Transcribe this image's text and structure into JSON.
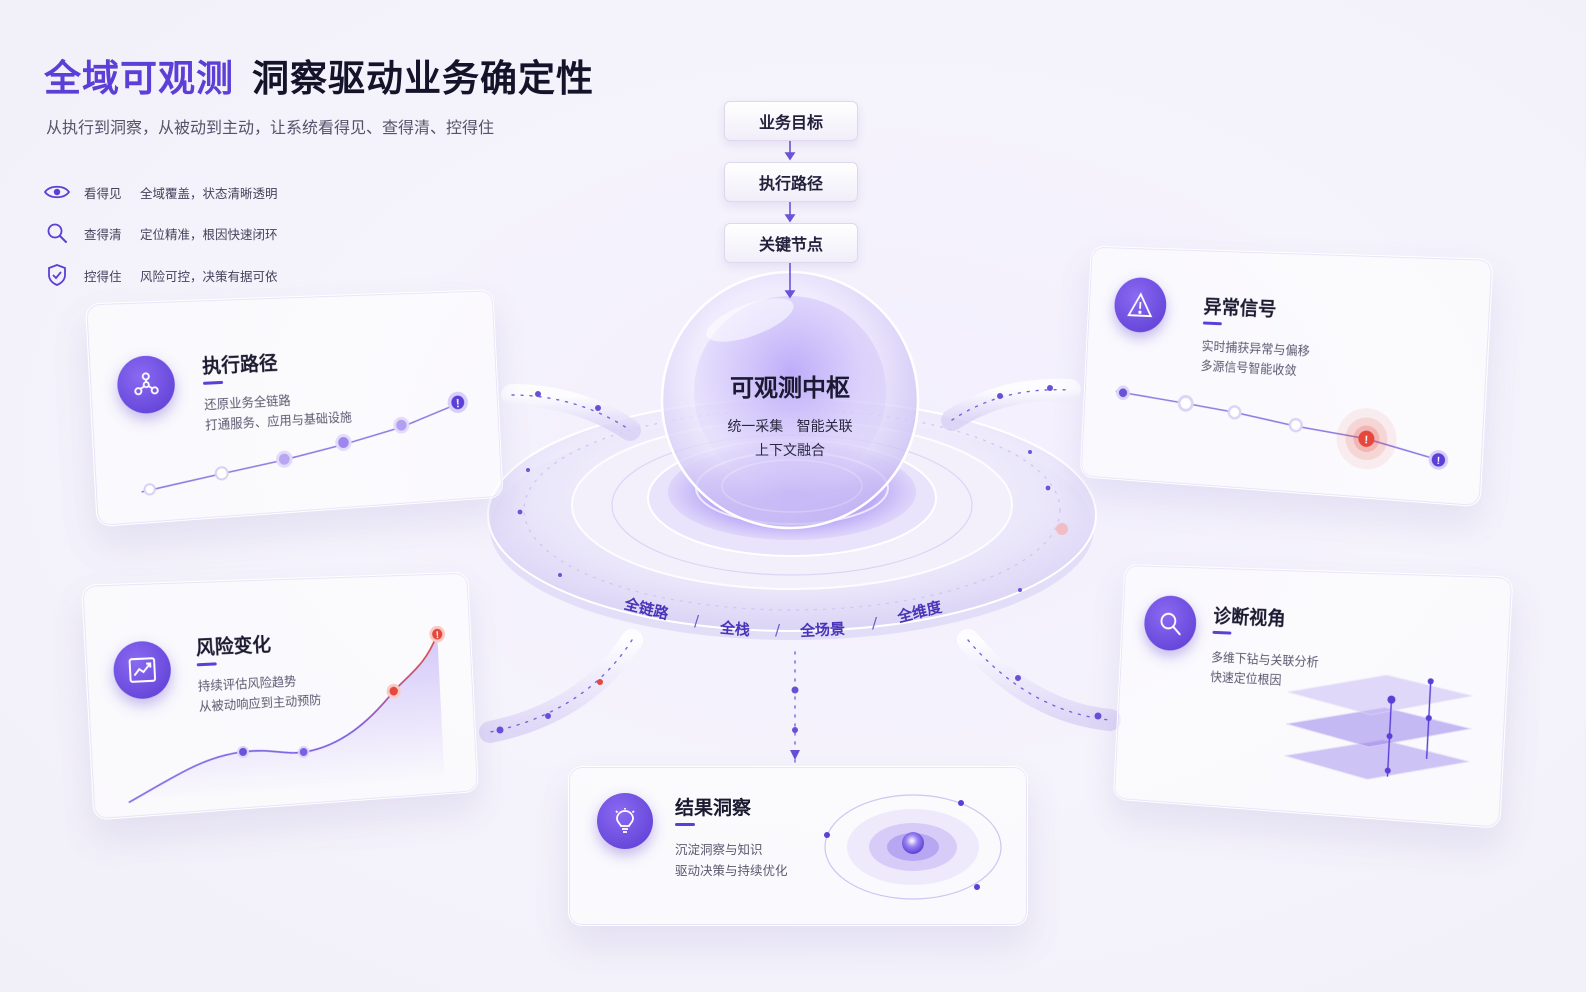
{
  "header": {
    "title_accent": "全域可观测",
    "title_main": "洞察驱动业务确定性",
    "subtitle": "从执行到洞察，从被动到主动，让系统看得见、查得清、控得住"
  },
  "features": [
    {
      "icon": "eye-icon",
      "key": "看得见",
      "desc": "全域覆盖，状态清晰透明"
    },
    {
      "icon": "search-icon",
      "key": "查得清",
      "desc": "定位精准，根因快速闭环"
    },
    {
      "icon": "shield-icon",
      "key": "控得住",
      "desc": "风险可控，决策有据可依"
    }
  ],
  "flow": [
    "业务目标",
    "执行路径",
    "关键节点"
  ],
  "hub": {
    "title": "可观测中枢",
    "line1": "统一采集   智能关联",
    "line2": "上下文融合"
  },
  "ring_labels": [
    "全链路",
    "全栈",
    "全场景",
    "全维度"
  ],
  "panels": {
    "execution": {
      "title": "执行路径",
      "lines": [
        "还原业务全链路",
        "打通服务、应用与基础设施"
      ],
      "icon": "network-icon"
    },
    "anomaly": {
      "title": "异常信号",
      "lines": [
        "实时捕获异常与偏移",
        "多源信号智能收敛"
      ],
      "icon": "warning-icon"
    },
    "risk": {
      "title": "风险变化",
      "lines": [
        "持续评估风险趋势",
        "从被动响应到主动预防"
      ],
      "icon": "trend-chart-icon"
    },
    "diagnosis": {
      "title": "诊断视角",
      "lines": [
        "多维下钻与关联分析",
        "快速定位根因"
      ],
      "icon": "magnifier-icon"
    },
    "insight": {
      "title": "结果洞察",
      "lines": [
        "沉淀洞察与知识",
        "驱动决策与持续优化"
      ],
      "icon": "lightbulb-icon"
    }
  },
  "markers": {
    "alert_glyph": "!"
  },
  "colors": {
    "accent": "#5b3fd6",
    "alert": "#e5473c"
  }
}
